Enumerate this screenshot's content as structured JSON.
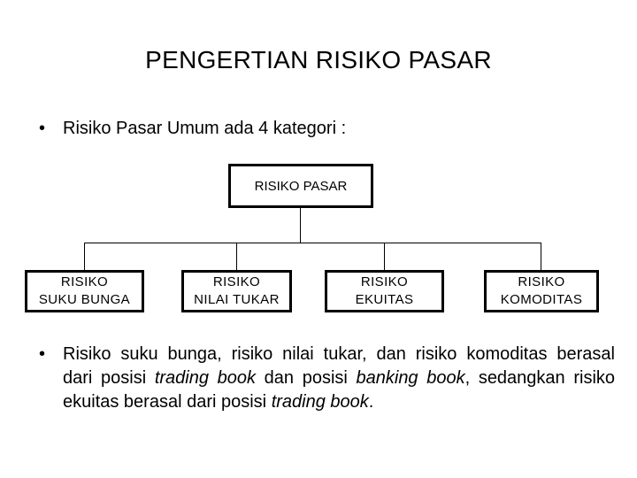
{
  "slide": {
    "title": "PENGERTIAN RISIKO PASAR",
    "bullet1": {
      "marker": "•",
      "text": "Risiko Pasar Umum ada 4 kategori :"
    },
    "diagram": {
      "root_label": "RISIKO PASAR",
      "children": [
        {
          "line1": "RISIKO",
          "line2": "SUKU BUNGA"
        },
        {
          "line1": "RISIKO",
          "line2": "NILAI TUKAR"
        },
        {
          "line1": "RISIKO",
          "line2": "EKUITAS"
        },
        {
          "line1": "RISIKO",
          "line2": "KOMODITAS"
        }
      ]
    },
    "bullet2": {
      "marker": "•",
      "line1": "Risiko suku bunga, risiko nilai tukar, dan risiko komoditas berasal",
      "line2": [
        "dari posisi ",
        "trading book",
        " dan posisi ",
        "banking book",
        ", sedangkan risiko"
      ],
      "line3": [
        "ekuitas berasal dari posisi ",
        "trading book",
        "."
      ]
    },
    "colors": {
      "background": "#ffffff",
      "text": "#000000",
      "box_border": "#000000"
    }
  }
}
